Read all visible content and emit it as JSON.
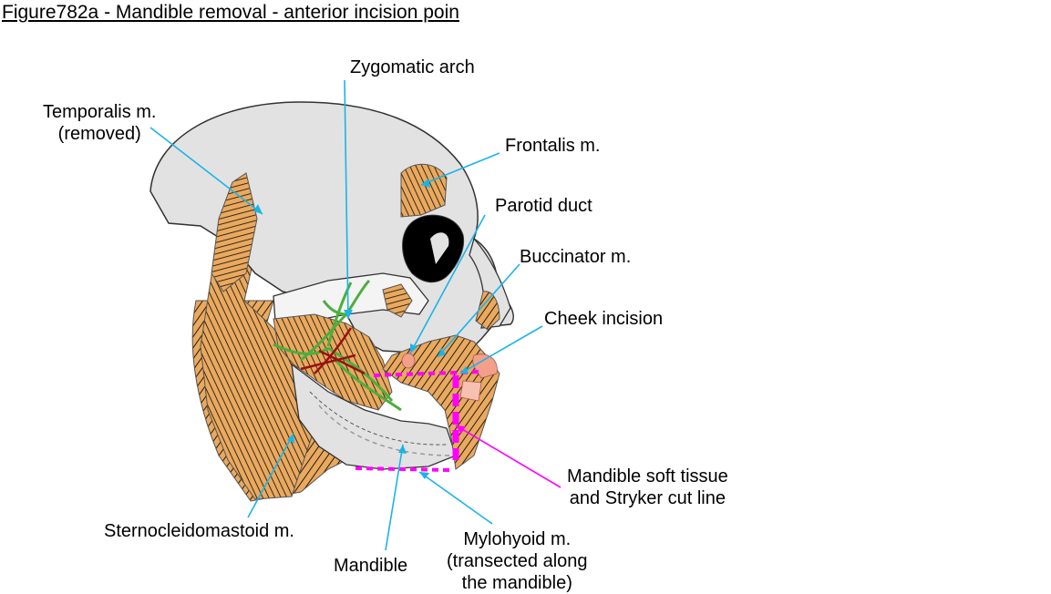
{
  "title": "Figure782a - Mandible removal - anterior incision poin",
  "labels": {
    "zygomatic_arch": "Zygomatic arch",
    "temporalis": "Temporalis m.\n(removed)",
    "frontalis": "Frontalis m.",
    "parotid_duct": "Parotid duct",
    "buccinator": "Buccinator m.",
    "cheek_incision": "Cheek incision",
    "mandible_soft_tissue": "Mandible soft tissue\nand Stryker cut line",
    "sternocleidomastoid": "Sternocleidomastoid m.",
    "mandible": "Mandible",
    "mylohyoid": "Mylohyoid m.\n(transected along\nthe mandible)"
  },
  "colors": {
    "leader": "#1ab4e8",
    "cut_line": "#ff00ff",
    "muscle": "#e8a960",
    "muscle_stripe": "#2a1a0a",
    "bone": "#e2e2e2",
    "nerve": "#4cae3c",
    "vessel": "#9a1010",
    "tissue_pink": "#f2a08a"
  }
}
